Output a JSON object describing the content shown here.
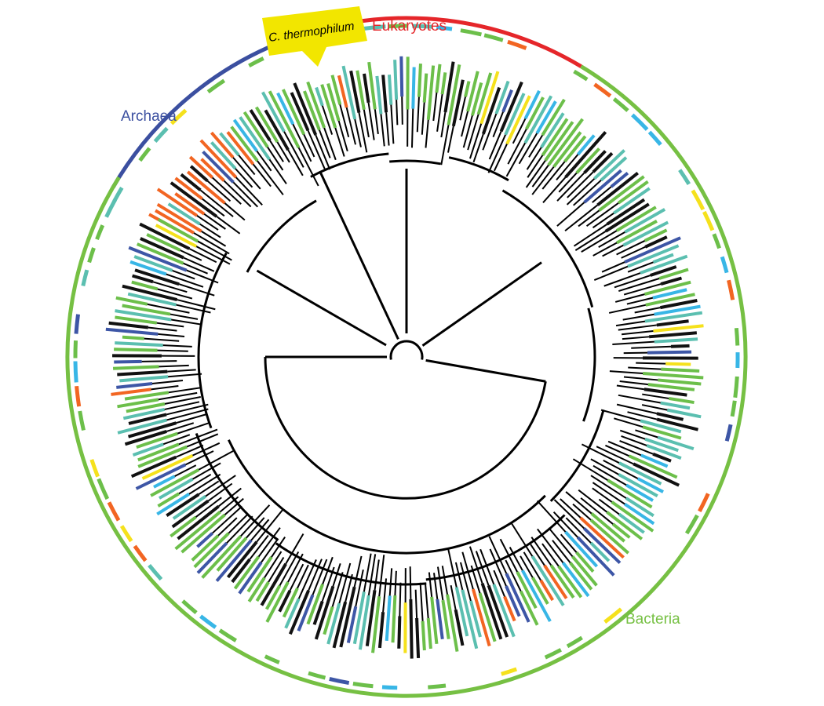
{
  "labels": {
    "eukaryotes": "Eukaryotes",
    "archaea": "Archaea",
    "bacteria": "Bacteria",
    "highlight": "C. thermophilum"
  },
  "colors": {
    "eukaryotes": "#e5262a",
    "archaea": "#3b4fa0",
    "bacteria": "#76c043",
    "highlight": "#f2e600",
    "branch": "#000000",
    "tip_green": "#6cbf4a",
    "tip_teal": "#5bbfb0",
    "tip_blue": "#38b6e6",
    "tip_orange": "#f26522",
    "tip_yellow": "#f5e11c",
    "tip_navy": "#3d56a6",
    "tip_black": "#111111"
  }
}
